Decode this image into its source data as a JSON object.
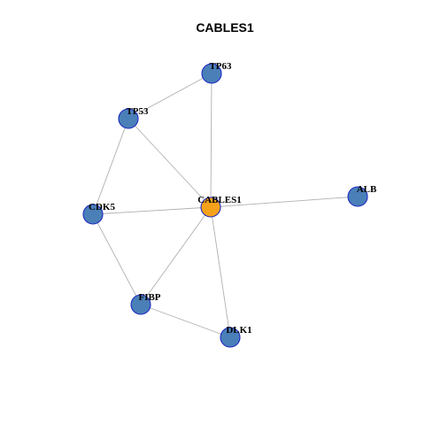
{
  "graph": {
    "title": "CABLES1",
    "colors": {
      "focus_node": "#f5a21a",
      "other_node": "#4a7fb8",
      "node_border": "#1f2bc2",
      "edge": "#b0b0b0"
    },
    "nodes": [
      {
        "id": "CABLES1",
        "label": "CABLES1",
        "role": "focus"
      },
      {
        "id": "TP63",
        "label": "TP63",
        "role": "other"
      },
      {
        "id": "TP53",
        "label": "TP53",
        "role": "other"
      },
      {
        "id": "CDK5",
        "label": "CDK5",
        "role": "other"
      },
      {
        "id": "ALB",
        "label": "ALB",
        "role": "other"
      },
      {
        "id": "FIBP",
        "label": "FIBP",
        "role": "other"
      },
      {
        "id": "DLK1",
        "label": "DLK1",
        "role": "other"
      }
    ],
    "edges": [
      [
        "TP63",
        "TP53"
      ],
      [
        "TP63",
        "CABLES1"
      ],
      [
        "TP53",
        "CABLES1"
      ],
      [
        "TP53",
        "CDK5"
      ],
      [
        "CDK5",
        "CABLES1"
      ],
      [
        "CABLES1",
        "ALB"
      ],
      [
        "CDK5",
        "FIBP"
      ],
      [
        "CABLES1",
        "FIBP"
      ],
      [
        "CABLES1",
        "DLK1"
      ],
      [
        "FIBP",
        "DLK1"
      ]
    ]
  }
}
